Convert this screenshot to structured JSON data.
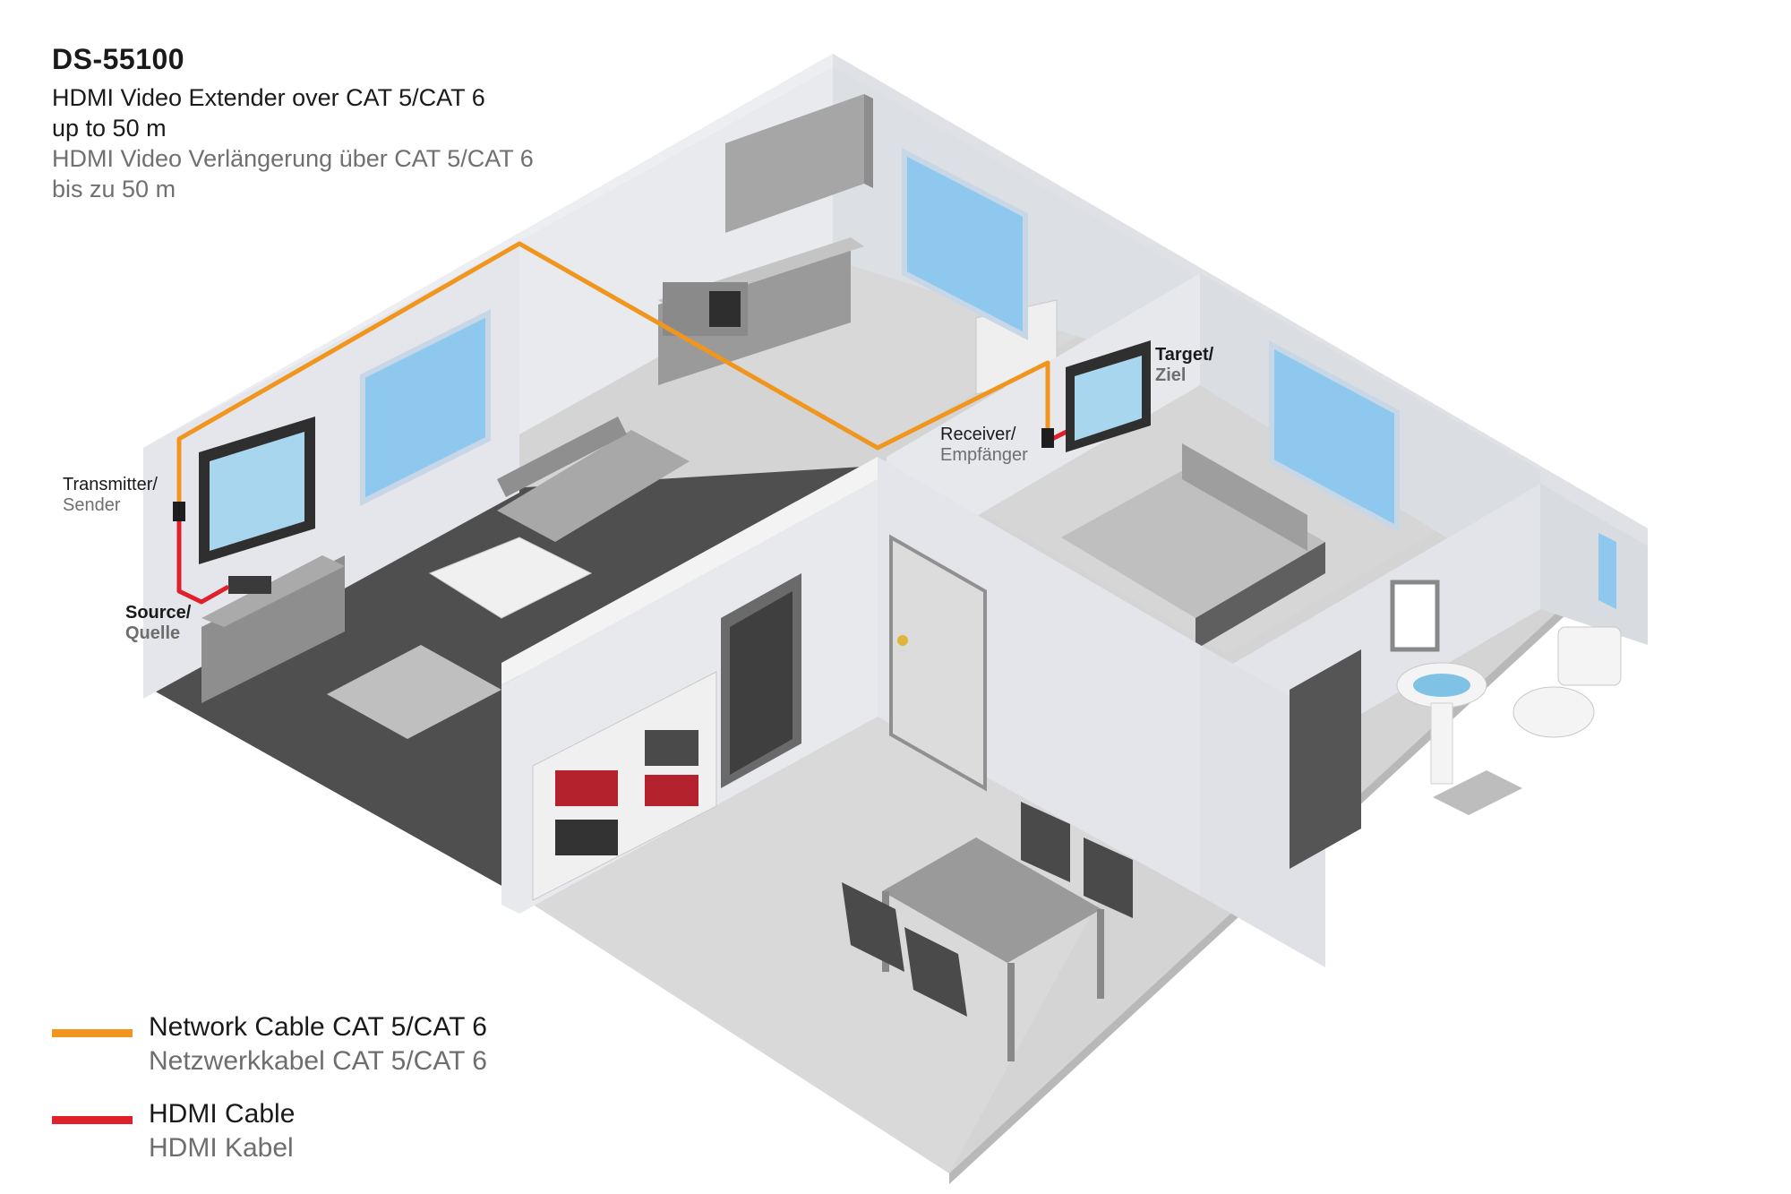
{
  "header": {
    "model": "DS-55100",
    "line1": "HDMI Video Extender over CAT 5/CAT 6",
    "line2": "up to 50 m",
    "line3": "HDMI Video Verlängerung über CAT 5/CAT 6",
    "line4": "bis zu 50 m"
  },
  "labels": {
    "transmitter": {
      "en": "Transmitter/",
      "de": "Sender"
    },
    "source": {
      "en": "Source/",
      "de": "Quelle"
    },
    "receiver": {
      "en": "Receiver/",
      "de": "Empfänger"
    },
    "target": {
      "en": "Target/",
      "de": "Ziel"
    }
  },
  "legend": [
    {
      "en": "Network Cable CAT 5/CAT 6",
      "de": "Netzwerkkabel CAT 5/CAT 6",
      "color": "#f0961e"
    },
    {
      "en": "HDMI Cable",
      "de": "HDMI Kabel",
      "color": "#e0202a"
    }
  ],
  "colors": {
    "network_cable": "#f0961e",
    "hdmi_cable": "#e0202a",
    "wall": "#e4e6eb",
    "floor_light": "#cfcfcf",
    "floor_dark": "#4d4d4d",
    "window": "#8fc8ee"
  }
}
